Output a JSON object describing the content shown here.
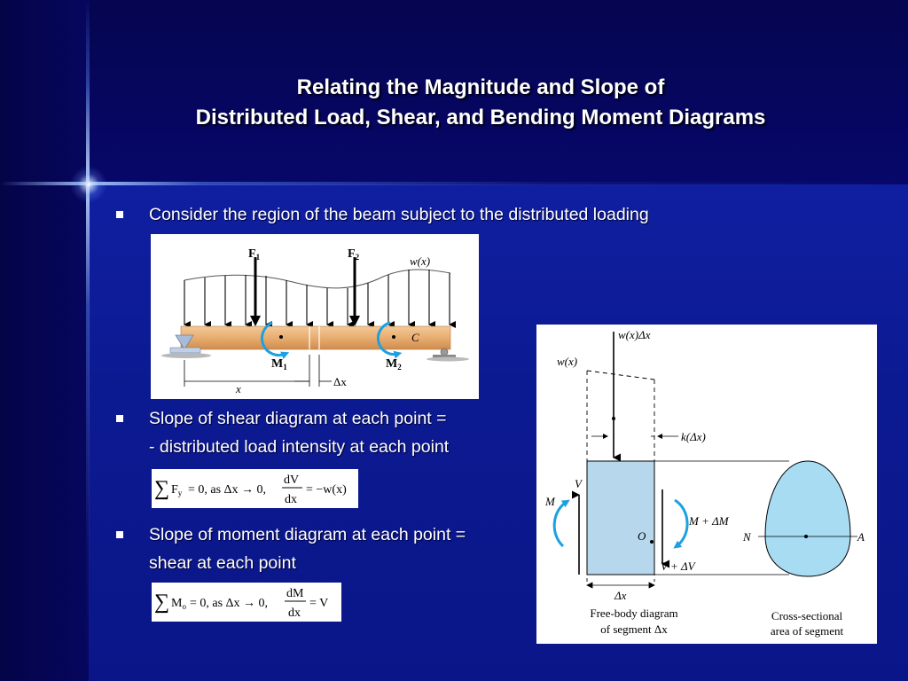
{
  "slide": {
    "title_line1": "Relating the Magnitude and Slope of",
    "title_line2": "Distributed Load, Shear, and Bending Moment Diagrams",
    "bullets": [
      {
        "lines": [
          "Consider the region of the beam subject to the distributed loading"
        ]
      },
      {
        "lines": [
          "Slope of shear diagram at each point =",
          "- distributed load intensity at each point"
        ]
      },
      {
        "lines": [
          "Slope of moment diagram at each point =",
          "shear at each point"
        ]
      }
    ]
  },
  "beam_figure": {
    "labels": {
      "F1": "F",
      "F1_sub": "1",
      "F2": "F",
      "F2_sub": "2",
      "wx": "w(x)",
      "C": "C",
      "M1": "M",
      "M1_sub": "1",
      "M2": "M",
      "M2_sub": "2",
      "x": "x",
      "dx": "Δx"
    }
  },
  "equations": {
    "shear": {
      "sum": "∑",
      "F": "F",
      "F_sub": "y",
      "cond": "= 0, as Δx → 0,",
      "num": "dV",
      "den": "dx",
      "rhs": "= −w(x)"
    },
    "moment": {
      "sum": "∑",
      "M": "M",
      "M_sub": "o",
      "cond": "= 0, as Δx → 0,",
      "num": "dM",
      "den": "dx",
      "rhs": "= V"
    }
  },
  "fbd_figure": {
    "labels": {
      "wxdx": "w(x)Δx",
      "wx": "w(x)",
      "kdx": "k(Δx)",
      "V": "V",
      "M": "M",
      "O": "O",
      "MdM": "M + ΔM",
      "VdV": "V + ΔV",
      "dx": "Δx",
      "N": "N",
      "A": "A",
      "fbd_line1": "Free-body diagram",
      "fbd_line2": "of segment Δx",
      "cs_line1": "Cross-sectional",
      "cs_line2": "area of segment"
    }
  }
}
